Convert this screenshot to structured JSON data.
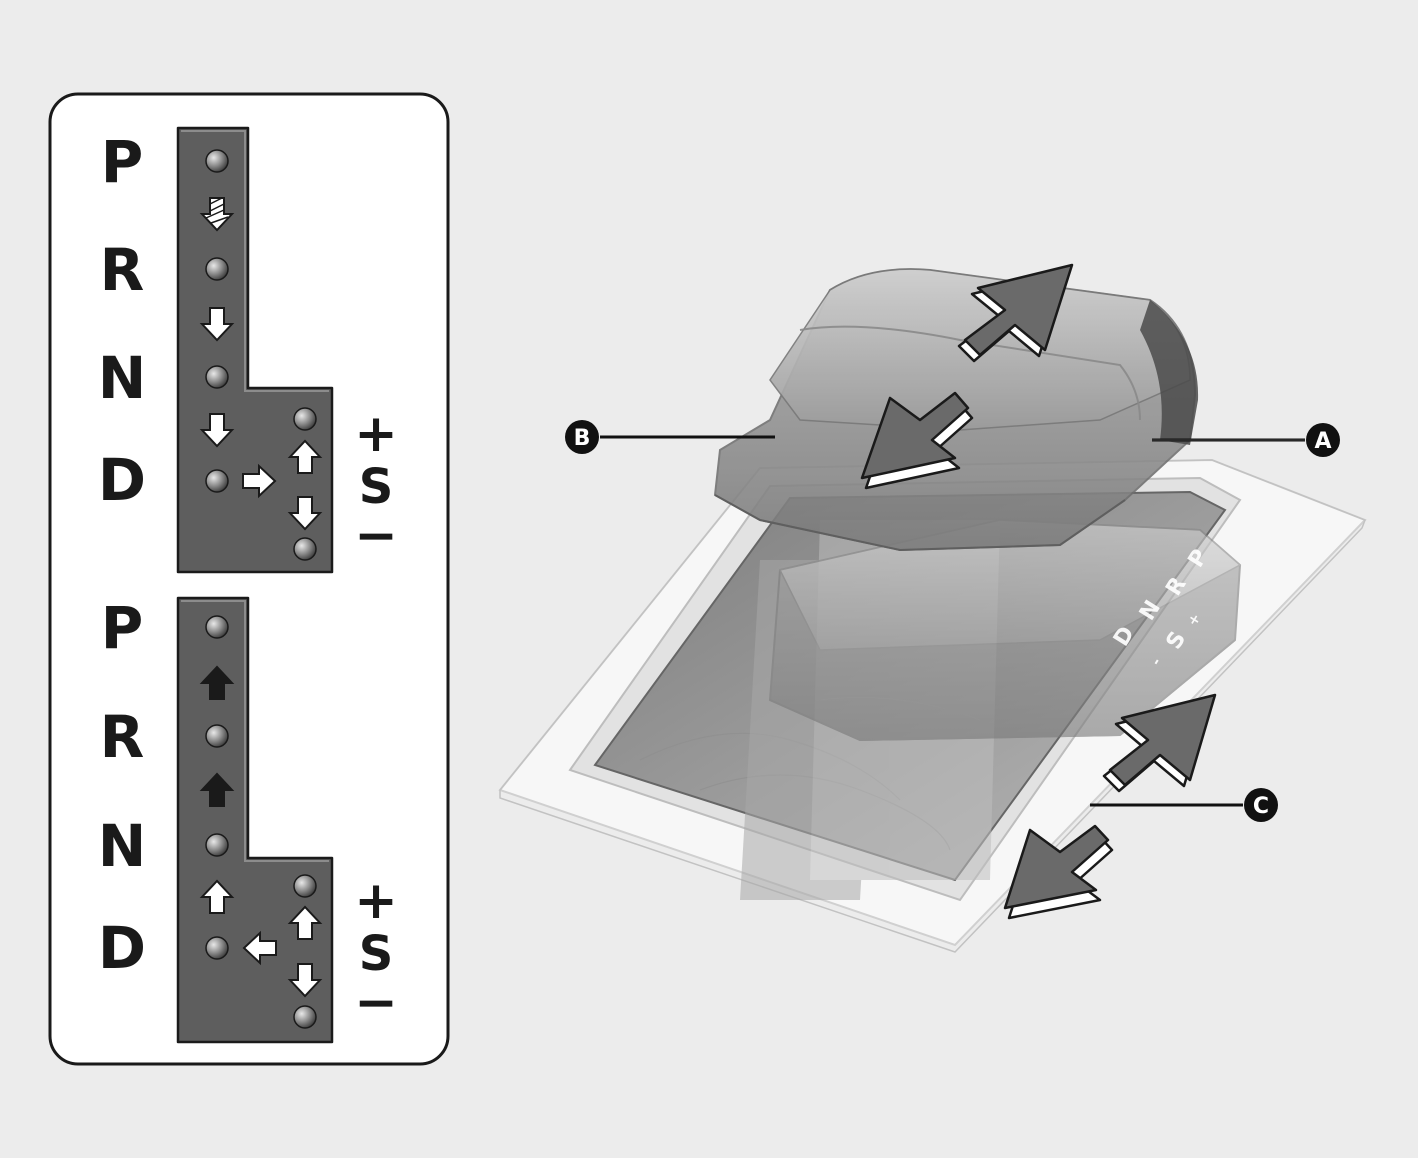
{
  "shift_pattern_top": {
    "gears": [
      "P",
      "R",
      "N",
      "D"
    ],
    "manual": {
      "plus": "+",
      "mode": "S",
      "minus": "−"
    }
  },
  "shift_pattern_bottom": {
    "gears": [
      "P",
      "R",
      "N",
      "D"
    ],
    "manual": {
      "plus": "+",
      "mode": "S",
      "minus": "−"
    }
  },
  "callouts": {
    "a": "A",
    "b": "B",
    "c": "C"
  },
  "console_indicator": {
    "gears": [
      "P",
      "R",
      "N",
      "D"
    ],
    "mode": "S",
    "plus": "+",
    "minus": "-"
  },
  "colors": {
    "plate": "#5c5c5c",
    "knob": "#b8b8b8",
    "arrow": "#6a6a6a",
    "callout": "#111111"
  }
}
